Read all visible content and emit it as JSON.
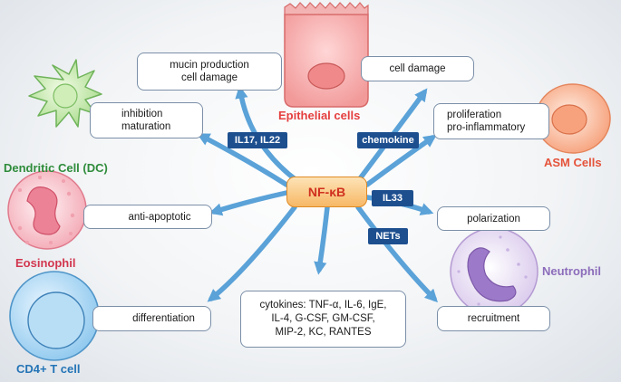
{
  "center": {
    "label": "NF-κB"
  },
  "colors": {
    "arrow": "#5aa2d8",
    "tag_bg": "#1d4f8f",
    "epithelial": "#e53e3e",
    "dc": "#2f8c3b",
    "asm": "#e5533b",
    "eosinophil": "#d2364f",
    "neutrophil": "#8c6dbb",
    "t_cell": "#2474b6"
  },
  "mediators": {
    "il17_il22": "IL17, IL22",
    "chemokine": "chemokine",
    "il33": "IL33",
    "nets": "NETs"
  },
  "effects": {
    "epithelial_left": [
      "mucin production",
      "cell damage"
    ],
    "epithelial_right": "cell damage",
    "dc": [
      "inhibition",
      "maturation"
    ],
    "asm": [
      "proliferation",
      "pro-inflammatory"
    ],
    "eosinophil": "anti-apoptotic",
    "neutrophil_polarization": "polarization",
    "neutrophil_recruitment": "recruitment",
    "t_cell": "differentiation",
    "cytokines": [
      "cytokines: TNF-α, IL-6, IgE,",
      "IL-4, G-CSF, GM-CSF,",
      "MIP-2, KC, RANTES"
    ]
  },
  "cells": {
    "epithelial": {
      "name": "Epithelial cells",
      "icon": "epithelial-cell-icon"
    },
    "dc": {
      "name": "Dendritic Cell (DC)",
      "icon": "dendritic-cell-icon"
    },
    "asm": {
      "name": "ASM Cells",
      "icon": "asm-cell-icon"
    },
    "eosinophil": {
      "name": "Eosinophil",
      "icon": "eosinophil-icon"
    },
    "neutrophil": {
      "name": "Neutrophil",
      "icon": "neutrophil-icon"
    },
    "t_cell": {
      "name": "CD4+ T cell",
      "icon": "t-cell-icon"
    }
  }
}
